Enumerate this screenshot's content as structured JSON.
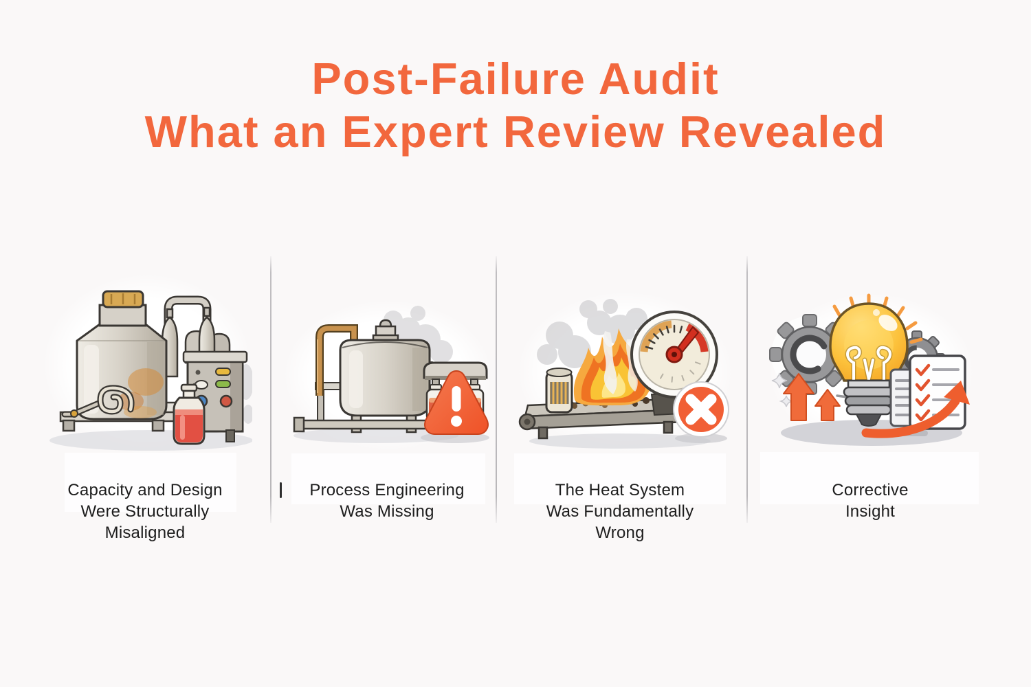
{
  "page": {
    "background_color": "#faf8f8",
    "accent_orange": "#f2673d",
    "caption_text_color": "#1d1d1d",
    "divider_color": "#b9b7ba"
  },
  "title": {
    "line1": "Post-Failure Audit",
    "line2": "What an Expert Review Revealed"
  },
  "sections": [
    {
      "id": "capacity-design",
      "illustration": "industrial-mixing-tank-with-control-panel-and-sample-bottle",
      "caption": "Capacity and Design Were Structurally Misaligned",
      "caption_lines": [
        "Capacity and Design",
        "Were Structurally",
        "Misaligned"
      ]
    },
    {
      "id": "process-engineering",
      "illustration": "process-tank-bottling-line-with-warning-triangle",
      "caption": "Process Engineering Was Missing",
      "caption_lines": [
        "Process Engineering",
        "Was Missing"
      ]
    },
    {
      "id": "heat-system",
      "illustration": "burning-pellet-tray-with-overheat-gauge-and-error-badge",
      "caption": "The Heat System Was Fundamentally Wrong",
      "caption_lines": [
        "The Heat System",
        "Was Fundamentally",
        "Wrong"
      ]
    },
    {
      "id": "corrective-insight",
      "illustration": "lightbulb-gears-checklist-and-growth-arrow",
      "caption": "Corrective Insight",
      "caption_lines": [
        "Corrective",
        "Insight"
      ]
    }
  ]
}
